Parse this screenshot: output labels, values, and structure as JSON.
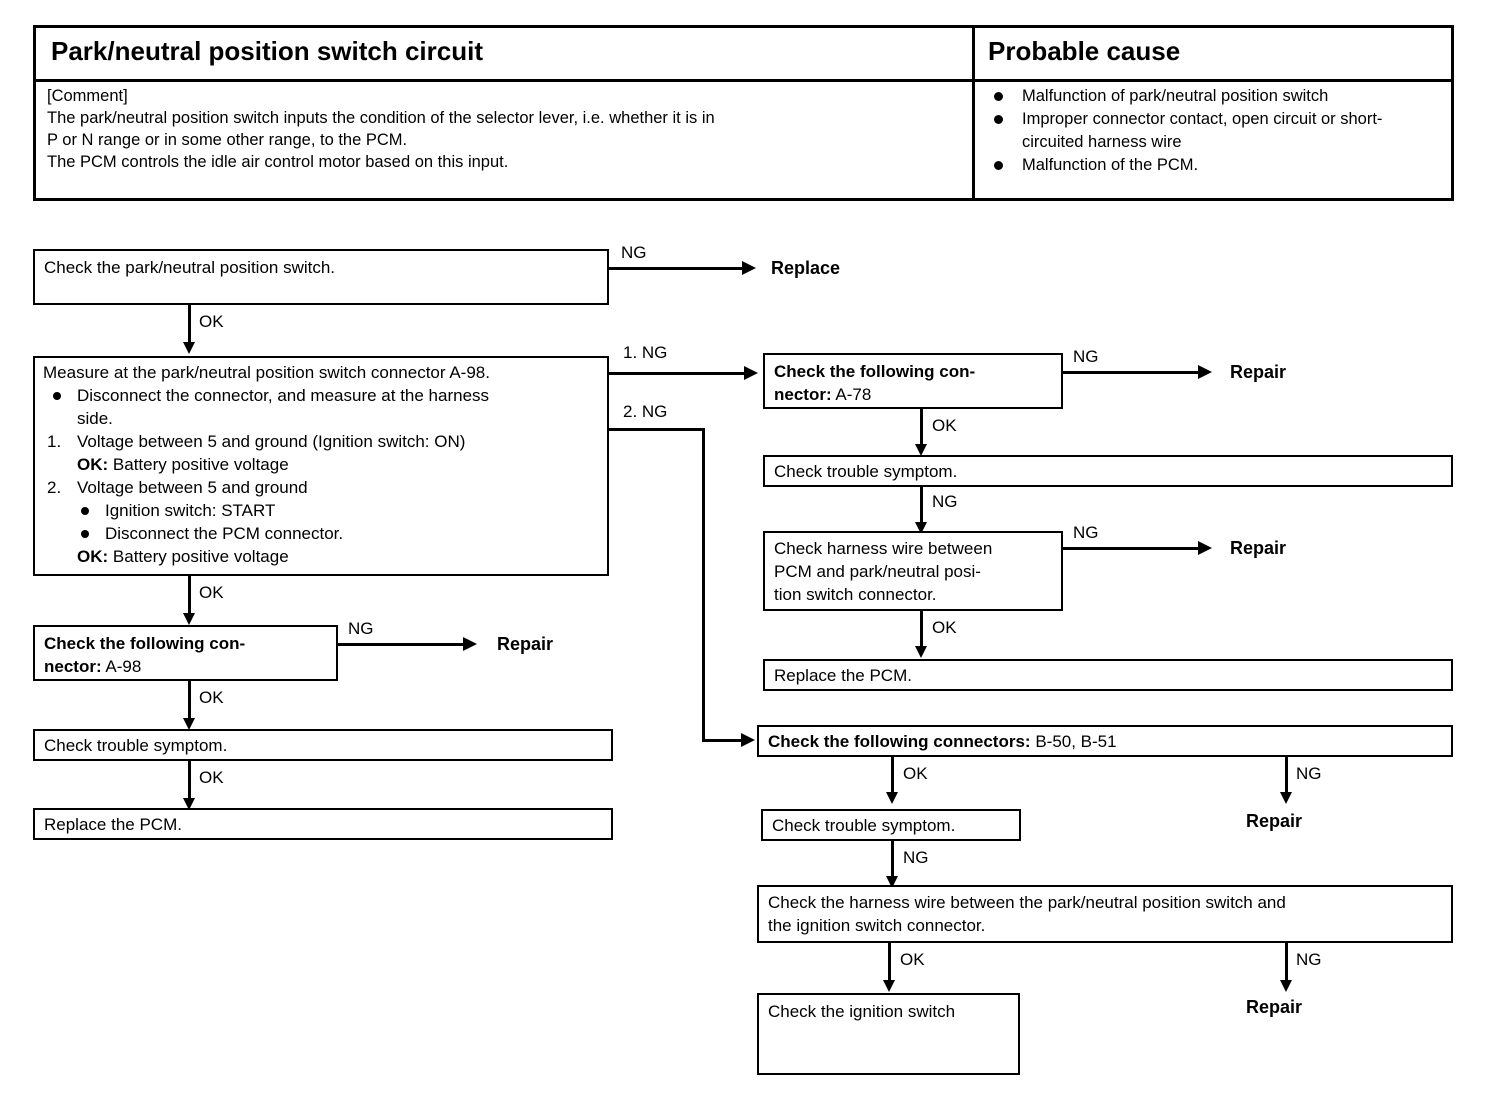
{
  "table": {
    "header_left": "Park/neutral position switch circuit",
    "header_right": "Probable cause",
    "comment_label": "[Comment]",
    "comment_lines": [
      "The park/neutral position switch inputs the condition of the selector lever, i.e. whether it is in",
      "P or N range or in some other range, to the PCM.",
      "The PCM controls the idle air control motor based on this input."
    ],
    "causes": [
      "Malfunction of park/neutral position switch",
      "Improper connector contact, open circuit or short-circuited harness wire",
      "Malfunction of  the PCM."
    ]
  },
  "flow": {
    "box_check_switch": "Check the park/neutral position switch.",
    "measure": {
      "title": "Measure at the park/neutral position switch connector A-98.",
      "rows": [
        {
          "marker": "dot",
          "text": "Disconnect the connector, and measure at the harness"
        },
        {
          "marker": "none",
          "text": "side."
        },
        {
          "marker": "1.",
          "text": "Voltage between 5 and ground (Ignition switch: ON)"
        },
        {
          "marker": "none",
          "bold_prefix": "OK:",
          "text": " Battery positive voltage"
        },
        {
          "marker": "2.",
          "text": "Voltage between 5 and ground"
        },
        {
          "marker": "subdot",
          "text": "Ignition switch: START"
        },
        {
          "marker": "subdot",
          "text": "Disconnect the PCM connector."
        },
        {
          "marker": "none",
          "bold_prefix": "OK:",
          "text": " Battery positive voltage"
        }
      ]
    },
    "box_conn_a98_bold": "Check  the  following  con-",
    "box_conn_a98_line2_bold": "nector:",
    "box_conn_a98_line2_rest": " A-98",
    "box_check_symptom_left": "Check  trouble  symptom.",
    "box_replace_pcm_left": "Replace  the  PCM.",
    "box_conn_a78_bold": "Check  the  following  con-",
    "box_conn_a78_line2_bold": "nector:",
    "box_conn_a78_line2_rest": " A-78",
    "box_check_symptom_r1": "Check trouble symptom.",
    "box_harness_l1": "Check harness wire between",
    "box_harness_l2": "PCM  and  park/neutral posi-",
    "box_harness_l3": "tion  switch  connector.",
    "box_replace_pcm_right": "Replace the PCM.",
    "box_conn_b_bold": "Check the following connectors:",
    "box_conn_b_rest": " B-50, B-51",
    "box_check_symptom_r2": "Check trouble symptom.",
    "box_harness_ign_l1": "Check the harness wire between the park/neutral position switch and",
    "box_harness_ign_l2": "the ignition switch connector.",
    "box_check_ignition": "Check the ignition switch",
    "labels": {
      "ng": "NG",
      "ok": "OK",
      "ng1": "1. NG",
      "ng2": "2. NG"
    },
    "terminals": {
      "replace": "Replace",
      "repair": "Repair"
    }
  }
}
